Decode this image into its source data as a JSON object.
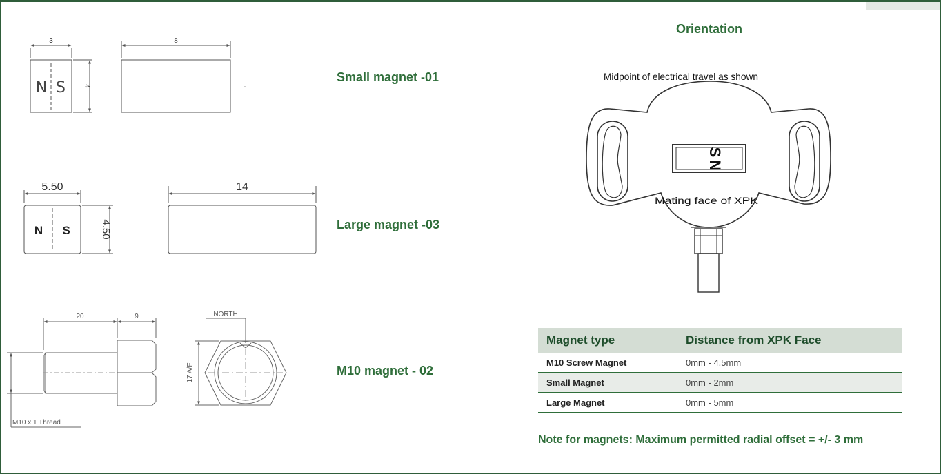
{
  "small_magnet": {
    "label": "Small magnet -01",
    "dim_width": "3",
    "dim_length": "8",
    "dim_height": "4",
    "pole_n": "N",
    "pole_s": "S"
  },
  "large_magnet": {
    "label": "Large magnet -03",
    "dim_width": "5.50",
    "dim_length": "14",
    "dim_height": "4.50",
    "pole_n": "N",
    "pole_s": "S"
  },
  "m10_magnet": {
    "label": "M10 magnet - 02",
    "dim_shaft": "20",
    "dim_head": "9",
    "north_label": "NORTH",
    "af_label": "17 A/F",
    "thread_label": "M10 x 1 Thread"
  },
  "orientation": {
    "title": "Orientation",
    "midpoint_caption": "Midpoint of electrical travel as shown",
    "mating_caption": "Mating face of XPK",
    "pole_s": "S",
    "pole_n": "N"
  },
  "magnet_table": {
    "headers": [
      "Magnet type",
      "Distance from XPK Face"
    ],
    "rows": [
      {
        "type": "M10 Screw Magnet",
        "distance": "0mm - 4.5mm"
      },
      {
        "type": "Small Magnet",
        "distance": "0mm - 2mm"
      },
      {
        "type": "Large Magnet",
        "distance": "0mm - 5mm"
      }
    ]
  },
  "note": "Note for magnets: Maximum permitted radial offset = +/- 3 mm",
  "colors": {
    "frame": "#2f5d3a",
    "accent_text": "#2f6e3a",
    "table_header_bg": "#d4ddd4",
    "table_alt_row_bg": "#e8ece8"
  }
}
